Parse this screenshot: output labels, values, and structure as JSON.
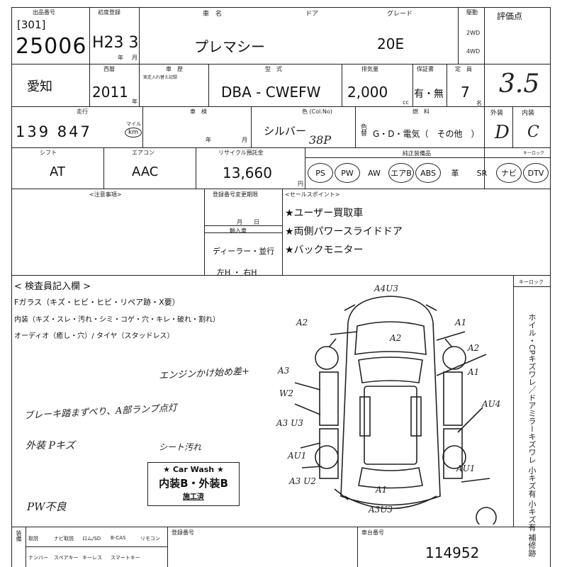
{
  "header": {
    "lot_label": "出品番号",
    "lot_prefix": "[301]",
    "lot_no": "25006",
    "first_reg_label": "初度登録",
    "first_reg": "H23 3",
    "first_reg_unit_year": "年",
    "first_reg_unit_month": "月",
    "car_name_label": "車　名",
    "door_label": "ドア",
    "car_name": "プレマシー",
    "grade_label": "グレード",
    "grade": "20E",
    "drive_label": "駆動",
    "drive_2wd": "2WD",
    "drive_4wd": "4WD",
    "score_label": "評価点",
    "score": "3.5"
  },
  "row2": {
    "region": "愛知",
    "year_label": "西暦",
    "year": "2011",
    "year_unit": "年",
    "chassis_label": "車　歴",
    "chassis_sub": "実走入れ替え記録",
    "model_label": "型　式",
    "model": "DBA - CWEFW",
    "displacement_label": "排気量",
    "displacement": "2,000",
    "displacement_unit": "cc",
    "warranty_label": "保証書",
    "warranty": "有・無",
    "capacity_label": "定　員",
    "capacity": "7",
    "capacity_unit": "名"
  },
  "row3": {
    "mileage_label": "走行",
    "mileage": "139 847",
    "mileage_unit_top": "マイル",
    "mileage_unit": "km",
    "inspection_label": "車　検",
    "inspection_year": "年",
    "inspection_month": "月",
    "color_label": "色 (Col.No)",
    "color": "シルバー",
    "color_code": "38P",
    "recolor_label": "色替",
    "fuel_label": "燃　料",
    "fuel": "G・D・電気（　その他　）",
    "exterior_label": "外装",
    "exterior": "D",
    "interior_label": "内装",
    "interior": "C"
  },
  "row4": {
    "shift_label": "シフト",
    "shift": "AT",
    "ac_label": "エアコン",
    "ac": "AAC",
    "recycle_label": "リサイクル預託金",
    "recycle": "13,660",
    "recycle_unit": "円",
    "equip_label": "純正装備品",
    "equipment": [
      "PS",
      "PW",
      "AW",
      "エアB",
      "ABS",
      "革",
      "SR",
      "ナビ",
      "DTV"
    ],
    "equip_circled": [
      true,
      true,
      false,
      true,
      true,
      false,
      false,
      true,
      true
    ],
    "key_label": "キーロック"
  },
  "notes": {
    "caution_label": "<注意事項>",
    "reg_change_label": "登録番号変更期限",
    "reg_change_date": "月　　日",
    "import_label": "輸入車",
    "import_dealer": "ディーラー・並行",
    "import_steer": "左H ・ 右H",
    "sales_label": "<セールスポイント>",
    "sales_points": [
      "★ユーザー買取車",
      "★両側パワースライドドア",
      "★バックモニター"
    ]
  },
  "inspection": {
    "title": "< 検査員記入欄 >",
    "glass": "Fガラス（キズ・ヒビ・ヒビ・リペア跡・X要）",
    "interior": "内装（キズ・スレ・汚れ・シミ・コゲ・穴・キレ・破れ・割れ）",
    "audio": "オーディオ（癒し・穴）/ タイヤ（スタッドレス）",
    "hand_notes": [
      "エンジンかけ始め差+",
      "ブレーキ踏まずべり、A部ランプ点灯",
      "外装 Pキズ",
      "シート汚れ",
      "PW不良"
    ],
    "key_lock": "キーロック",
    "side_note": "ホイル・CPキズワレ／ドアミラーキズワレ 小キズ有 小キズ有 補修跡"
  },
  "car_marks": [
    "A4U3",
    "A2",
    "A1",
    "A2",
    "A2",
    "A1",
    "A3",
    "W2",
    "AU4",
    "A3 U3",
    "AU1",
    "AU1",
    "A3 U2",
    "A1",
    "A3U3"
  ],
  "carwash": {
    "title": "★ Car Wash ★",
    "line": "内装B・外装B",
    "sub": "施工済"
  },
  "footer": {
    "label_col": "装備",
    "items_top": [
      "取説",
      "ナビ取説",
      "ロム/SD",
      "B-CAS",
      "リモコン"
    ],
    "items_bottom": [
      "ナンバー",
      "スペアキー",
      "キーレス",
      "スマートキー"
    ],
    "reg_label": "登録番号",
    "chassis_label": "車台番号",
    "chassis_no": "114952"
  }
}
